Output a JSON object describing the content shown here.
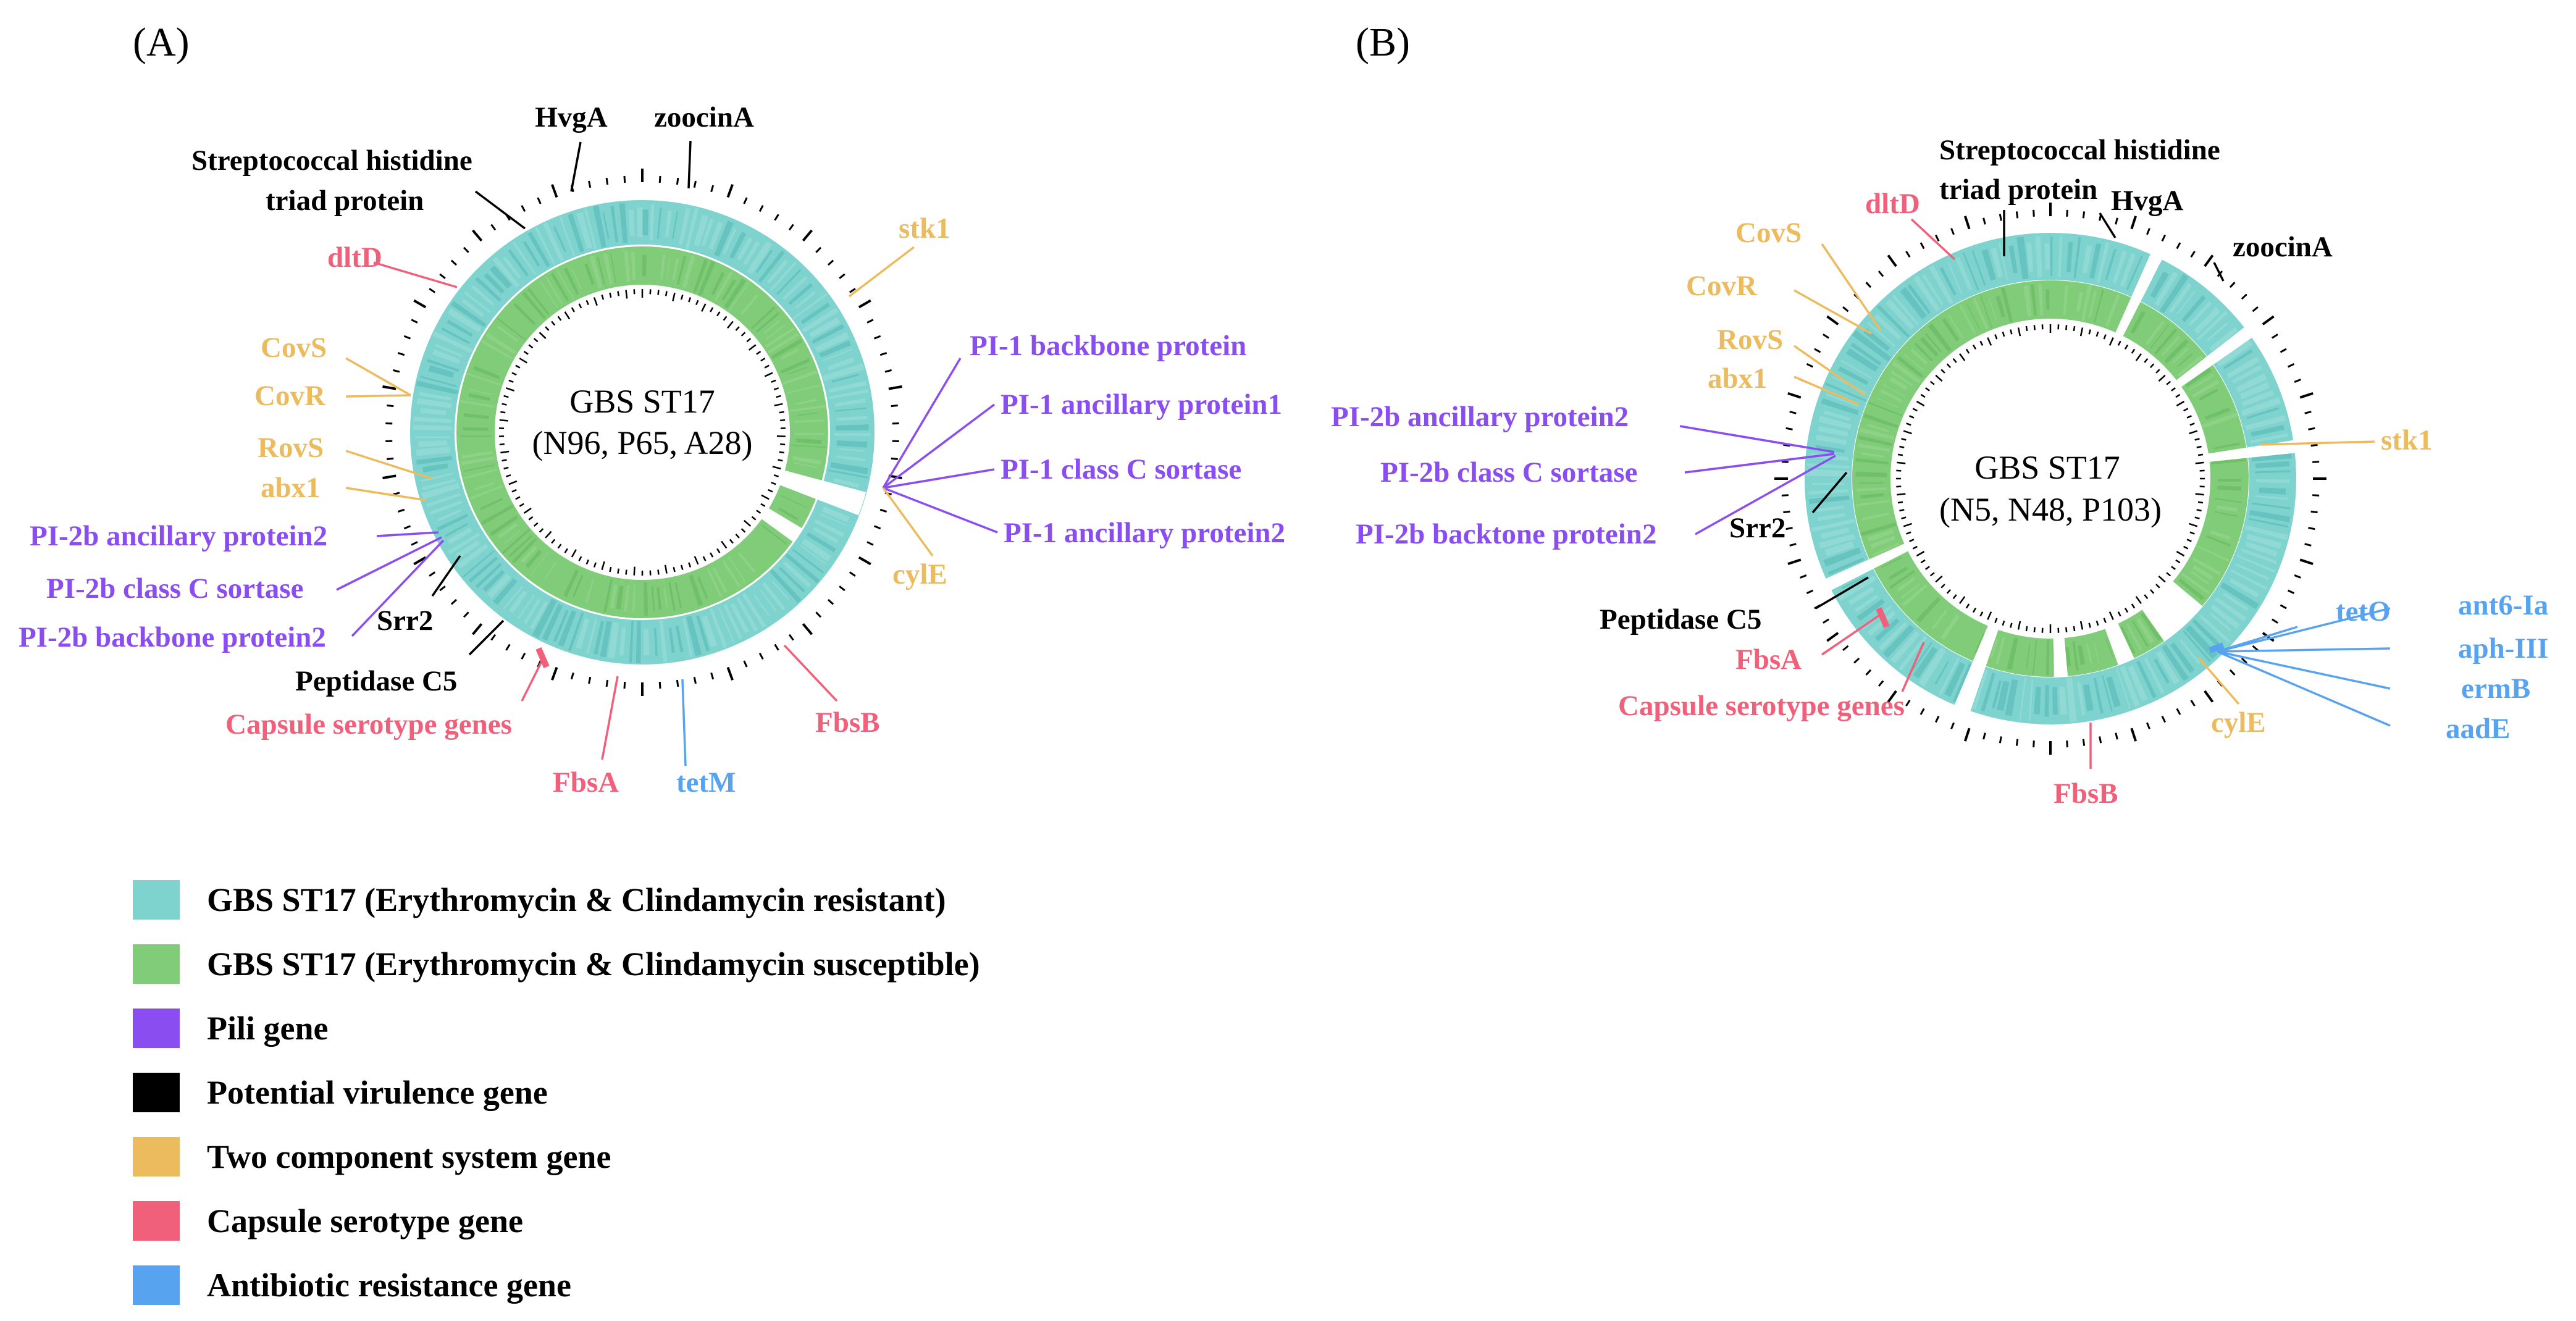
{
  "colors": {
    "teal": "#7fd3cf",
    "teal_dark": "#54b6b2",
    "green": "#80cc78",
    "green_dark": "#5fb45a",
    "purple": "#8a4ef0",
    "black": "#000000",
    "orange": "#ecbb5e",
    "red": "#f0607a",
    "blue": "#58a3f0"
  },
  "panel_a": {
    "label": "(A)",
    "center_line1": "GBS ST17",
    "center_line2": "(N96, P65, A28)",
    "genes": {
      "hvga": "HvgA",
      "zoocina": "zoocinA",
      "streptococcal_line1": "Streptococcal histidine",
      "streptococcal_line2": "triad protein",
      "dltd": "dltD",
      "stk1": "stk1",
      "covs": "CovS",
      "covr": "CovR",
      "rovs": "RovS",
      "abx1": "abx1",
      "pi1_backbone": "PI-1 backbone protein",
      "pi1_ancillary1": "PI-1 ancillary protein1",
      "pi1_sortase": "PI-1 class C sortase",
      "pi1_ancillary2": "PI-1 ancillary protein2",
      "cyle": "cylE",
      "pi2b_ancillary2": "PI-2b ancillary protein2",
      "pi2b_sortase": "PI-2b class C sortase",
      "pi2b_backbone": "PI-2b backbone protein2",
      "srr2": "Srr2",
      "peptidase": "Peptidase C5",
      "capsule": "Capsule serotype genes",
      "fbsa": "FbsA",
      "tetm": "tetM",
      "fbsb": "FbsB"
    }
  },
  "panel_b": {
    "label": "(B)",
    "center_line1": "GBS ST17",
    "center_line2": "(N5, N48, P103)",
    "genes": {
      "streptococcal_line1": "Streptococcal histidine",
      "streptococcal_line2": "triad protein",
      "hvga": "HvgA",
      "zoocina": "zoocinA",
      "dltd": "dltD",
      "covs": "CovS",
      "covr": "CovR",
      "rovs": "RovS",
      "abx1": "abx1",
      "pi2b_ancillary2": "PI-2b ancillary protein2",
      "pi2b_sortase": "PI-2b class C sortase",
      "pi2b_backtone": "PI-2b backtone protein2",
      "srr2": "Srr2",
      "stk1": "stk1",
      "peptidase": "Peptidase C5",
      "fbsa": "FbsA",
      "capsule": "Capsule serotype genes",
      "teto": "tetO",
      "ant6": "ant6-Ia",
      "aph": "aph-III",
      "ermb": "ermB",
      "aade": "aadE",
      "cyle": "cylE",
      "fbsb": "FbsB"
    }
  },
  "legend": {
    "items": [
      {
        "label": "GBS ST17 (Erythromycin & Clindamycin resistant)",
        "color": "#7fd3cf"
      },
      {
        "label": "GBS ST17 (Erythromycin & Clindamycin susceptible)",
        "color": "#80cc78"
      },
      {
        "label": "Pili gene",
        "color": "#8a4ef0"
      },
      {
        "label": "Potential virulence gene",
        "color": "#000000"
      },
      {
        "label": "Two component system gene",
        "color": "#ecbb5e"
      },
      {
        "label": "Capsule serotype gene",
        "color": "#f0607a"
      },
      {
        "label": "Antibiotic resistance gene",
        "color": "#58a3f0"
      }
    ]
  }
}
